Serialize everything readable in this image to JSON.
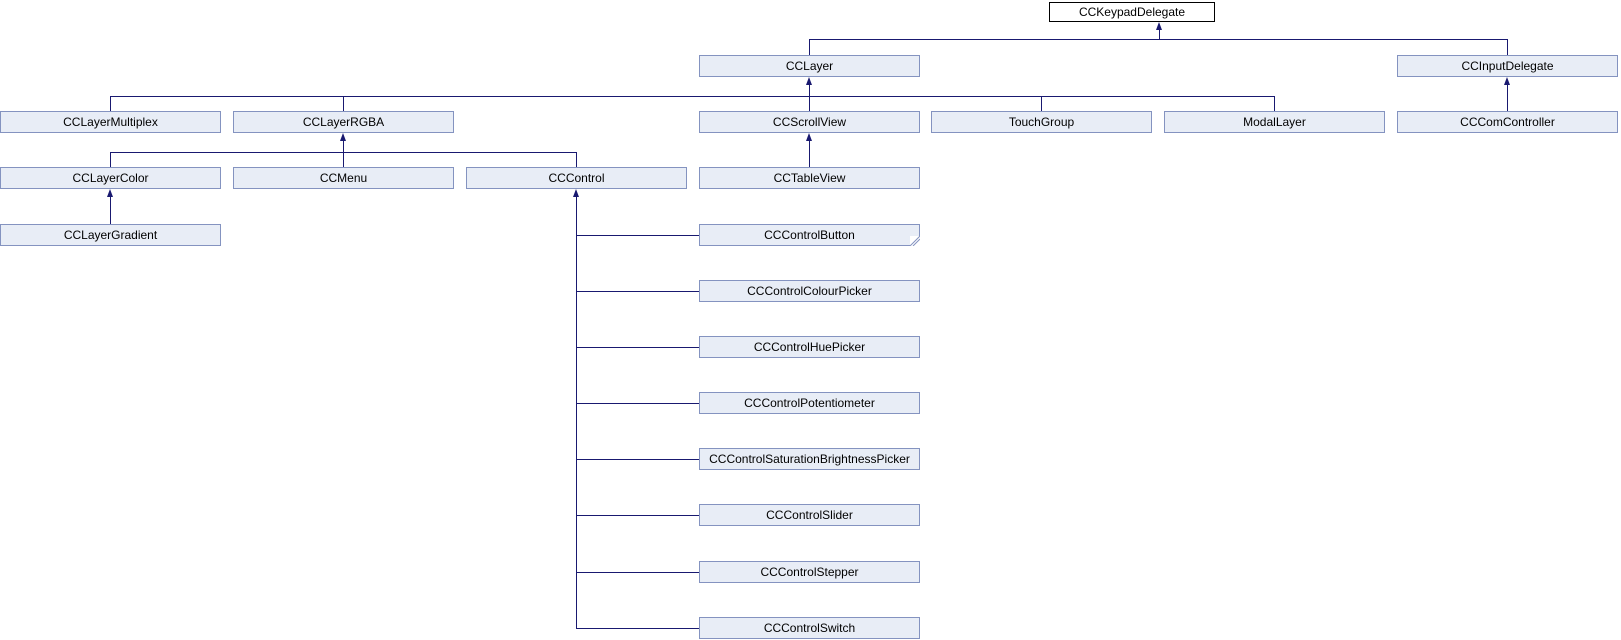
{
  "diagram": {
    "type": "class-inheritance-graph",
    "colors": {
      "background": "#ffffff",
      "edge": "#191970",
      "node_fill": "#e8edf6",
      "node_border": "#8493c0",
      "root_node_fill": "#ffffff",
      "root_node_border": "#000000",
      "text": "#000000"
    },
    "nodes": [
      {
        "id": "CCKeypadDelegate",
        "label": "CCKeypadDelegate"
      },
      {
        "id": "CCLayer",
        "label": "CCLayer"
      },
      {
        "id": "CCInputDelegate",
        "label": "CCInputDelegate"
      },
      {
        "id": "CCLayerMultiplex",
        "label": "CCLayerMultiplex"
      },
      {
        "id": "CCLayerRGBA",
        "label": "CCLayerRGBA"
      },
      {
        "id": "CCScrollView",
        "label": "CCScrollView"
      },
      {
        "id": "TouchGroup",
        "label": "TouchGroup"
      },
      {
        "id": "ModalLayer",
        "label": "ModalLayer"
      },
      {
        "id": "CCComController",
        "label": "CCComController"
      },
      {
        "id": "CCLayerColor",
        "label": "CCLayerColor"
      },
      {
        "id": "CCMenu",
        "label": "CCMenu"
      },
      {
        "id": "CCControl",
        "label": "CCControl"
      },
      {
        "id": "CCTableView",
        "label": "CCTableView"
      },
      {
        "id": "CCLayerGradient",
        "label": "CCLayerGradient"
      },
      {
        "id": "CCControlButton",
        "label": "CCControlButton"
      },
      {
        "id": "CCControlColourPicker",
        "label": "CCControlColourPicker"
      },
      {
        "id": "CCControlHuePicker",
        "label": "CCControlHuePicker"
      },
      {
        "id": "CCControlPotentiometer",
        "label": "CCControlPotentiometer"
      },
      {
        "id": "CCControlSaturationBrightnessPicker",
        "label": "CCControlSaturationBrightnessPicker"
      },
      {
        "id": "CCControlSlider",
        "label": "CCControlSlider"
      },
      {
        "id": "CCControlStepper",
        "label": "CCControlStepper"
      },
      {
        "id": "CCControlSwitch",
        "label": "CCControlSwitch"
      }
    ],
    "edges": [
      {
        "from": "CCLayer",
        "to": "CCKeypadDelegate"
      },
      {
        "from": "CCInputDelegate",
        "to": "CCKeypadDelegate"
      },
      {
        "from": "CCLayerMultiplex",
        "to": "CCLayer"
      },
      {
        "from": "CCLayerRGBA",
        "to": "CCLayer"
      },
      {
        "from": "CCScrollView",
        "to": "CCLayer"
      },
      {
        "from": "TouchGroup",
        "to": "CCLayer"
      },
      {
        "from": "ModalLayer",
        "to": "CCLayer"
      },
      {
        "from": "CCComController",
        "to": "CCInputDelegate"
      },
      {
        "from": "CCLayerColor",
        "to": "CCLayerRGBA"
      },
      {
        "from": "CCMenu",
        "to": "CCLayerRGBA"
      },
      {
        "from": "CCControl",
        "to": "CCLayerRGBA"
      },
      {
        "from": "CCTableView",
        "to": "CCScrollView"
      },
      {
        "from": "CCLayerGradient",
        "to": "CCLayerColor"
      },
      {
        "from": "CCControlButton",
        "to": "CCControl"
      },
      {
        "from": "CCControlColourPicker",
        "to": "CCControl"
      },
      {
        "from": "CCControlHuePicker",
        "to": "CCControl"
      },
      {
        "from": "CCControlPotentiometer",
        "to": "CCControl"
      },
      {
        "from": "CCControlSaturationBrightnessPicker",
        "to": "CCControl"
      },
      {
        "from": "CCControlSlider",
        "to": "CCControl"
      },
      {
        "from": "CCControlStepper",
        "to": "CCControl"
      },
      {
        "from": "CCControlSwitch",
        "to": "CCControl"
      }
    ]
  }
}
